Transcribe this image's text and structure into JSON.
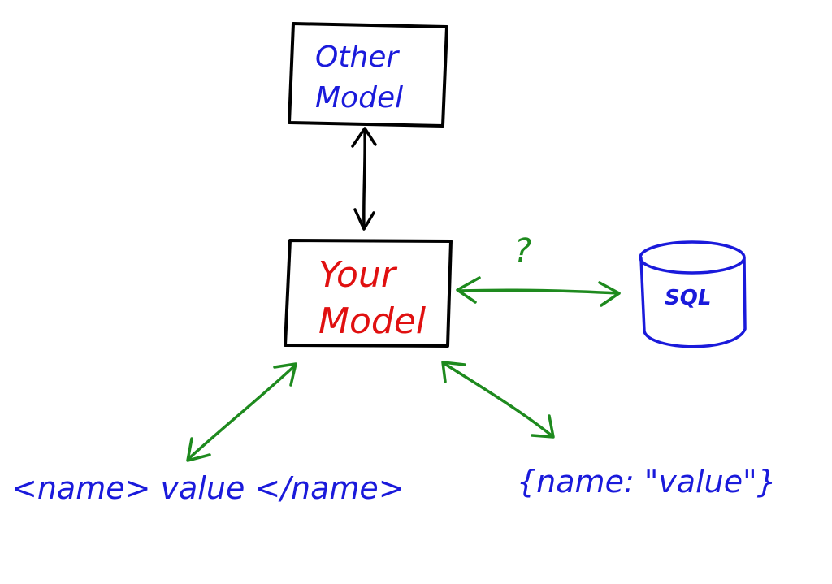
{
  "nodes": {
    "other_model": {
      "line1": "Other",
      "line2": "Model",
      "text_color": "#1a1adb"
    },
    "your_model": {
      "line1": "Your",
      "line2": "Model",
      "text_color": "#e01010"
    },
    "sql_db": {
      "label": "SQL",
      "color": "#1a1adb"
    },
    "xml_format": {
      "label": "<name> value </name>",
      "color": "#1a1adb"
    },
    "json_format": {
      "label": "{name: \"value\"}",
      "color": "#1a1adb"
    }
  },
  "edges": {
    "your_to_sql_label": "?"
  },
  "colors": {
    "box_stroke": "#000000",
    "model_link": "#000000",
    "data_link": "#1e8a1e"
  }
}
